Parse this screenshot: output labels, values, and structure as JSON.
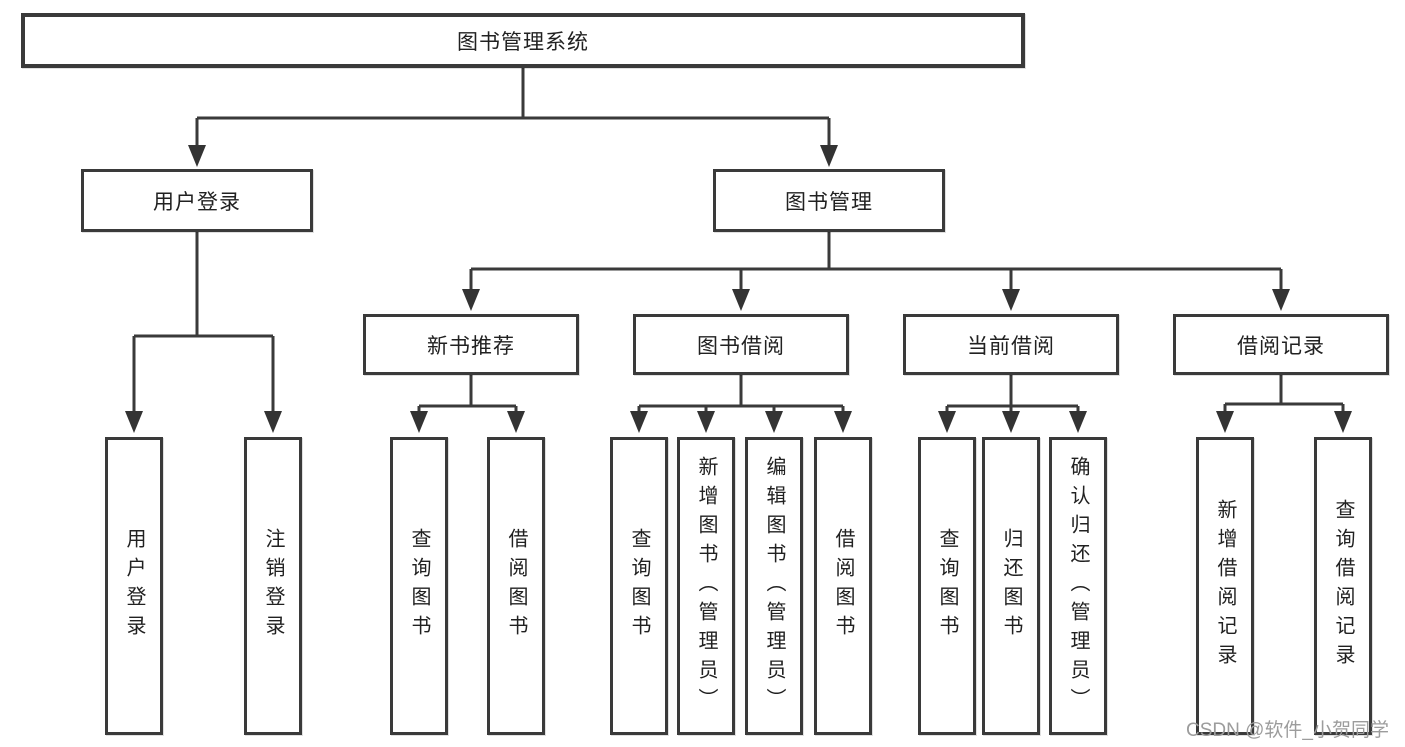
{
  "title": "图书管理系统",
  "level2": {
    "login": "用户登录",
    "manage": "图书管理"
  },
  "level3": {
    "recommend": "新书推荐",
    "borrow": "图书借阅",
    "current": "当前借阅",
    "record": "借阅记录"
  },
  "leaves": {
    "login": [
      "用户登录",
      "注销登录"
    ],
    "recommend": [
      "查询图书",
      "借阅图书"
    ],
    "borrow": [
      "查询图书",
      "新增图书（管理员）",
      "编辑图书（管理员）",
      "借阅图书"
    ],
    "current": [
      "查询图书",
      "归还图书",
      "确认归还（管理员）"
    ],
    "record": [
      "新增借阅记录",
      "查询借阅记录"
    ]
  },
  "watermark": "CSDN @软件_小贺同学",
  "colors": {
    "line": "#3a3a3a",
    "border": "#3a3a3a",
    "text": "#212121",
    "watermark": "#9c9c9c",
    "background": "#ffffff"
  }
}
